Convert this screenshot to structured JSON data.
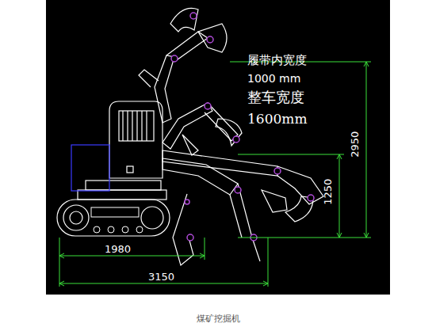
{
  "diagram": {
    "caption": "煤矿挖掘机",
    "labels": [
      "履带内宽度",
      "1000 mm",
      "整车宽度",
      "1600mm",
      "2950",
      "1250",
      "1980",
      "3150"
    ]
  }
}
